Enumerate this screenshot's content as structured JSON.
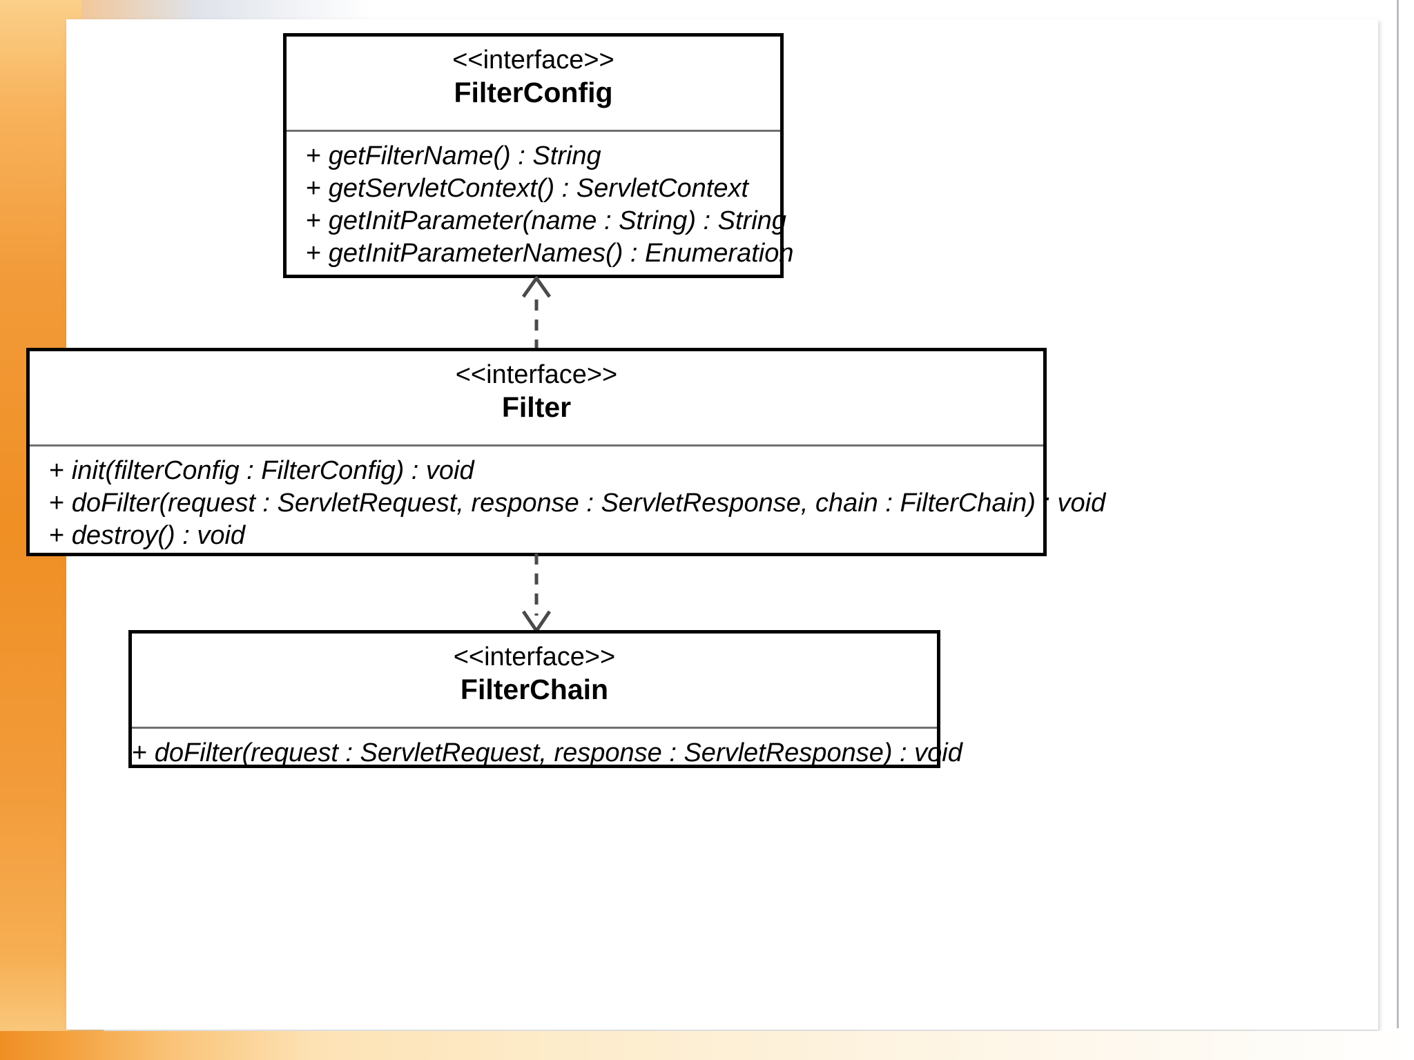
{
  "diagram": {
    "title": "Servlet Filter API UML class diagram",
    "stereotype_label": "<<interface>>",
    "colors": {
      "border": "#000000",
      "background": "#ffffff",
      "accent": "#ef8f24",
      "separator": "#6f6f6f"
    },
    "classes": [
      {
        "id": "filterconfig",
        "stereotype": "<<interface>>",
        "name": "FilterConfig",
        "methods": [
          {
            "visibility": "+",
            "text": "getFilterName() : String"
          },
          {
            "visibility": "+",
            "text": "getServletContext() : ServletContext"
          },
          {
            "visibility": "+",
            "text": "getInitParameter(name : String) : String"
          },
          {
            "visibility": "+",
            "text": "getInitParameterNames() : Enumeration"
          }
        ]
      },
      {
        "id": "filter",
        "stereotype": "<<interface>>",
        "name": "Filter",
        "methods": [
          {
            "visibility": "+",
            "text": "init(filterConfig : FilterConfig) : void"
          },
          {
            "visibility": "+",
            "text": "doFilter(request : ServletRequest, response : ServletResponse, chain : FilterChain) : void"
          },
          {
            "visibility": "+",
            "text": "destroy() : void"
          }
        ]
      },
      {
        "id": "filterchain",
        "stereotype": "<<interface>>",
        "name": "FilterChain",
        "methods": [
          {
            "visibility": "+",
            "text": "doFilter(request : ServletRequest, response : ServletResponse) : void"
          }
        ]
      }
    ],
    "connectors": [
      {
        "id": "filter-to-filterconfig",
        "type": "dependency",
        "style": "dashed",
        "from": "Filter",
        "to": "FilterConfig",
        "arrow": "open-up"
      },
      {
        "id": "filter-to-filterchain",
        "type": "dependency",
        "style": "dashed",
        "from": "Filter",
        "to": "FilterChain",
        "arrow": "open-down"
      }
    ]
  }
}
